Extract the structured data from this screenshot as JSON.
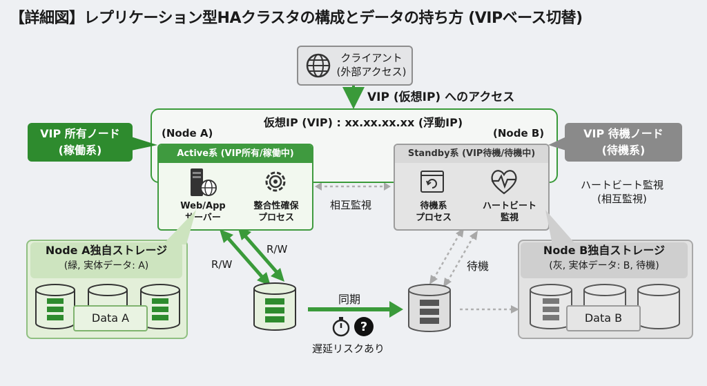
{
  "title": "【詳細図】レプリケーション型HAクラスタの構成とデータの持ち方 (VIPベース切替)",
  "client": {
    "line1": "クライアント",
    "line2": "(外部アクセス)"
  },
  "vip_access": "VIP (仮想IP) へのアクセス",
  "vip_address": "仮想IP (VIP) : xx.xx.xx.xx (浮動IP)",
  "node_a": {
    "tag": "(Node A)",
    "header": "Active系 (VIP所有/稼働中)",
    "server_label_1": "Web/App",
    "server_label_2": "サーバー",
    "process_label_1": "整合性確保",
    "process_label_2": "プロセス",
    "callout_1": "VIP 所有ノード",
    "callout_2": "(稼働系)"
  },
  "node_b": {
    "tag": "(Node B)",
    "header": "Standby系 (VIP待機/待機中)",
    "standby_label_1": "待機系",
    "standby_label_2": "プロセス",
    "heartbeat_label_1": "ハートビート",
    "heartbeat_label_2": "監視",
    "callout_1": "VIP 待機ノード",
    "callout_2": "(待機系)"
  },
  "mutual_monitor": "相互監視",
  "heartbeat_note_1": "ハートビート監視",
  "heartbeat_note_2": "(相互監視)",
  "storage_a": {
    "title": "Node A独自ストレージ",
    "sub": "(緑, 実体データ: A)",
    "data": "Data A"
  },
  "storage_b": {
    "title": "Node B独自ストレージ",
    "sub": "(灰, 実体データ: B, 待機)",
    "data": "Data B"
  },
  "rw_1": "R/W",
  "rw_2": "R/W",
  "sync": "同期",
  "standby": "待機",
  "latency_risk": "遅延リスクあり",
  "colors": {
    "active_green": "#3f9a3f",
    "standby_gray": "#8a8a8a"
  }
}
